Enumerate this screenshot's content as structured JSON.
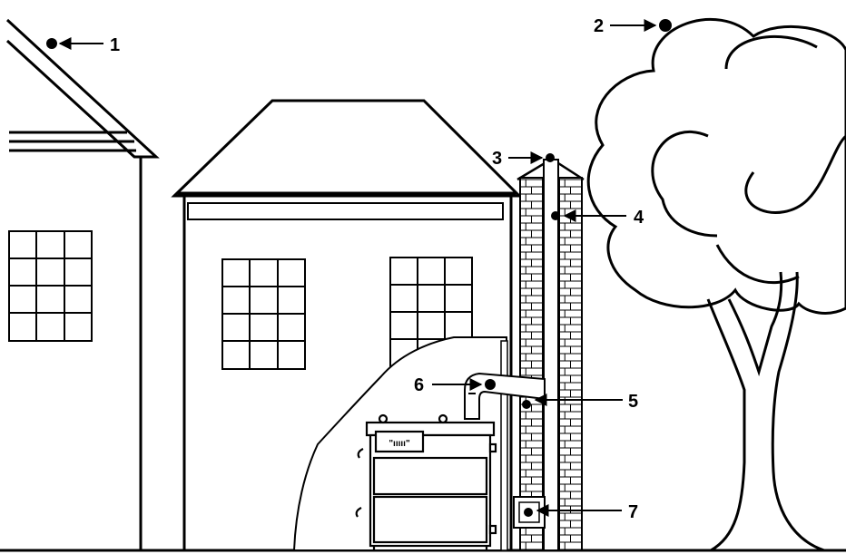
{
  "diagram": {
    "background_color": "#ffffff",
    "line_color": "#000000",
    "callouts": [
      {
        "id": "1",
        "label": "1"
      },
      {
        "id": "2",
        "label": "2"
      },
      {
        "id": "3",
        "label": "3"
      },
      {
        "id": "4",
        "label": "4"
      },
      {
        "id": "5",
        "label": "5"
      },
      {
        "id": "6",
        "label": "6"
      },
      {
        "id": "7",
        "label": "7"
      }
    ],
    "boiler": {
      "label": "\"ııııı\""
    }
  }
}
